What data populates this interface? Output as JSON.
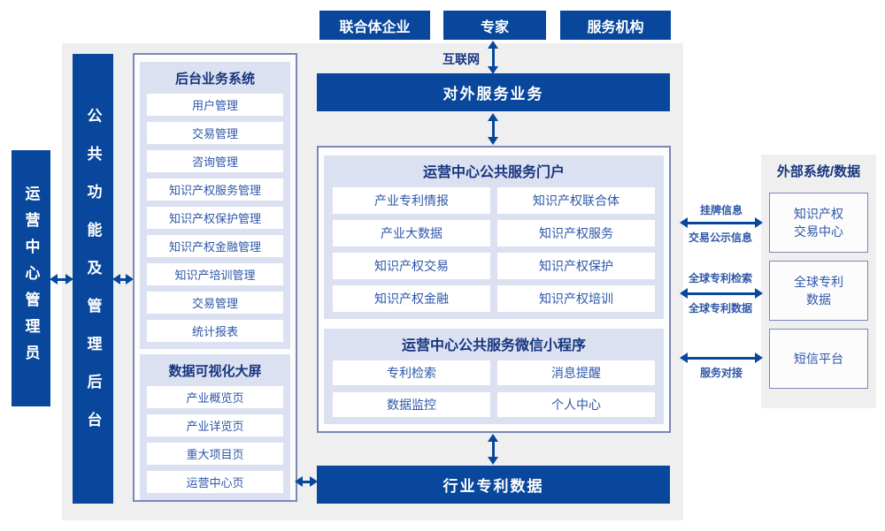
{
  "colors": {
    "primary": "#08479c",
    "canvas-bg": "#efeff0",
    "lavender": "#dce1f1",
    "panel-border": "#7d86b7",
    "navy": "#16357e",
    "item-blue": "#2e57a8",
    "panel-bg": "#fdfdfe",
    "ext-box-bg": "#fcfcfd"
  },
  "top_actors": {
    "items": [
      {
        "label": "联合体企业"
      },
      {
        "label": "专家"
      },
      {
        "label": "服务机构"
      }
    ]
  },
  "network": {
    "label": "互联网"
  },
  "external_service_bar": {
    "label": "对外服务业务"
  },
  "admin_bar": {
    "label": "运营中心管理员"
  },
  "backend_functions_bar": {
    "label": "公共功能及管理后台"
  },
  "backend_panel": {
    "backend_system": {
      "title": "后台业务系统",
      "items": [
        "用户管理",
        "交易管理",
        "咨询管理",
        "知识产权服务管理",
        "知识产权保护管理",
        "知识产权金融管理",
        "知识产培训管理",
        "交易管理",
        "统计报表"
      ]
    },
    "dashboard": {
      "title": "数据可视化大屏",
      "items": [
        "产业概览页",
        "产业详览页",
        "重大项目页",
        "运营中心页"
      ]
    }
  },
  "center_panel": {
    "portal": {
      "title": "运营中心公共服务门户",
      "items": [
        "产业专利情报",
        "知识产权联合体",
        "产业大数据",
        "知识产权服务",
        "知识产权交易",
        "知识产权保护",
        "知识产权金融",
        "知识产权培训"
      ]
    },
    "miniprogram": {
      "title": "运营中心公共服务微信小程序",
      "items": [
        "专利检索",
        "消息提醒",
        "数据监控",
        "个人中心"
      ]
    }
  },
  "industry_patent_bar": {
    "label": "行业专利数据"
  },
  "external_panel": {
    "title": "外部系统/数据",
    "systems": [
      {
        "line1": "知识产权",
        "line2": "交易中心"
      },
      {
        "line1": "全球专利",
        "line2": "数据"
      },
      {
        "line1": "短信平台",
        "line2": ""
      }
    ]
  },
  "links": [
    {
      "top": "挂牌信息",
      "bottom": "交易公示信息"
    },
    {
      "top": "全球专利检索",
      "bottom": "全球专利数据"
    },
    {
      "bottom": "服务对接"
    }
  ]
}
